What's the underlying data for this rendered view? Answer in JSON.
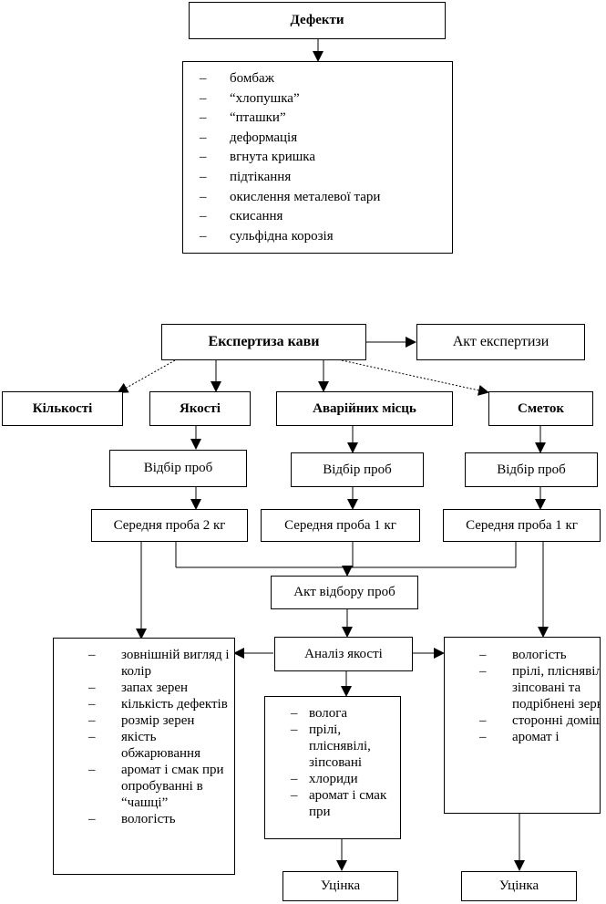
{
  "defects": {
    "title": "Дефекти",
    "dash": "–",
    "items": [
      "бомбаж",
      "“хлопушка”",
      "“пташки”",
      "деформація",
      "вгнута кришка",
      "підтікання",
      "окислення металевої тари",
      "скисання",
      "сульфідна корозія"
    ]
  },
  "expertise": {
    "root": "Експертиза кави",
    "act": "Акт експертизи",
    "branches": {
      "quantity": "Кількості",
      "quality": "Якості",
      "emergency": "Аварійних місць",
      "sweepings": "Сметок"
    },
    "sampling": "Відбір проб",
    "avg_2kg": "Середня проба 2 кг",
    "avg_1kg": "Середня проба 1 кг",
    "act_sampling": "Акт відбору проб",
    "quality_analysis": "Аналіз якості",
    "left_list": [
      "зовнішній вигляд і колір",
      "запах зерен",
      "кількість дефектів",
      "розмір зерен",
      "якість обжарювання",
      "аромат і смак при опробуванні в “чашці”",
      "вологість"
    ],
    "middle_list": [
      "волога",
      "прілі, пліснявілі, зіпсовані",
      "хлориди",
      "аромат і смак при"
    ],
    "right_list": [
      "вологість",
      "прілі, пліснявілі, зіпсовані та подрібнені зерна",
      "сторонні домішки",
      "аромат і"
    ],
    "grade": "Уцінка"
  }
}
